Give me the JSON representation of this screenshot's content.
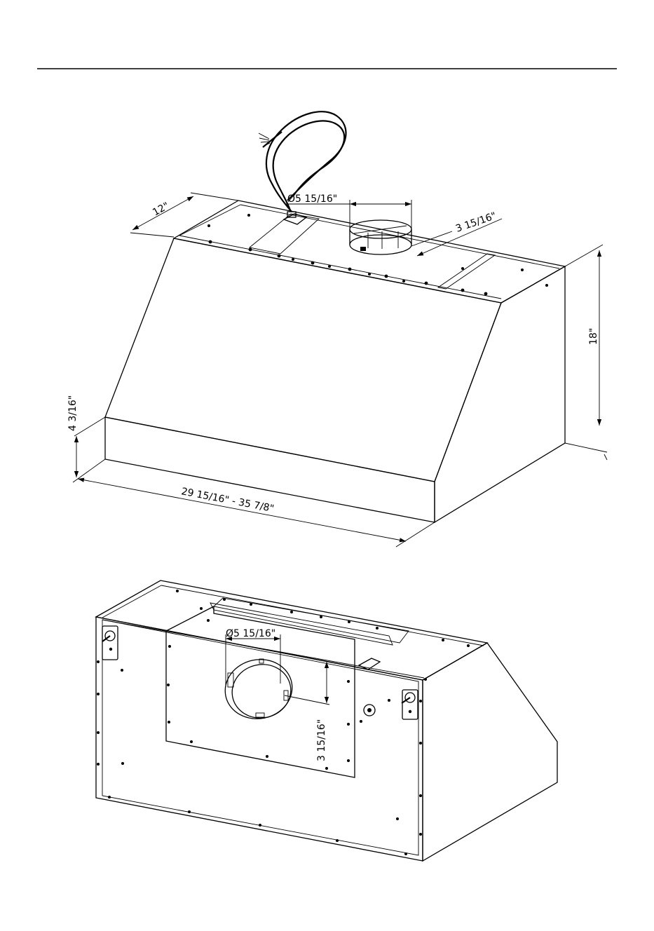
{
  "figure": {
    "top_view_dimensions": {
      "depth": "12\"",
      "duct_diameter": "Ø5  15/16\"",
      "duct_offset": "3  15/16\"",
      "height": "18\"",
      "front_height": "4  3/16\"",
      "width": "29  15/16\" - 35  7/8\""
    },
    "bottom_view_dimensions": {
      "duct_diameter": "Ø5  15/16\"",
      "duct_offset": "3  15/16\""
    }
  }
}
